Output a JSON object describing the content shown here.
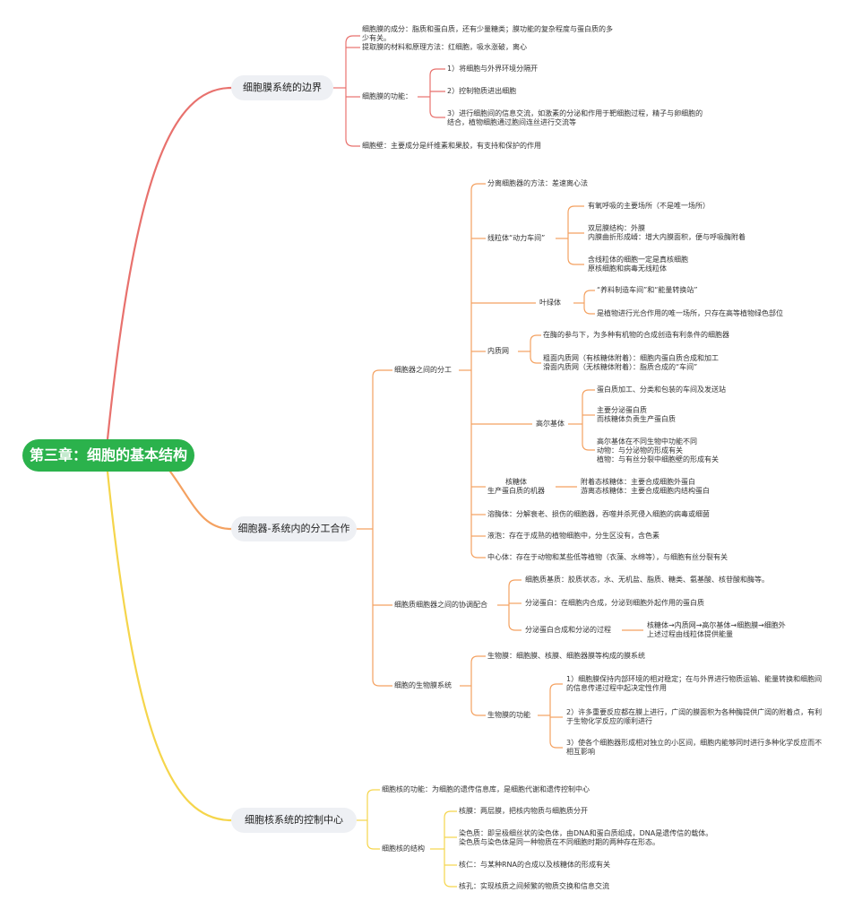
{
  "root": "第三章：细胞的基本结构",
  "colors": {
    "root_bg": "#2bb24c",
    "branch1": "#e8716d",
    "branch2": "#f4a160",
    "branch3": "#f5d54b"
  },
  "b1": {
    "title": "细胞膜系统的边界",
    "composition_l1": "细胞膜的成分：脂质和蛋白质，还有少量糖类；膜功能的复杂程度与蛋白质的多",
    "composition_l2": "少有关。",
    "material": "提取膜的材料和原理方法：红细胞，吸水涨破，离心",
    "function": "细胞膜的功能：",
    "f1": "1）将细胞与外界环境分隔开",
    "f2": "2）控制物质进出细胞",
    "f3_l1": "3）进行细胞间的信息交流，如激素的分泌和作用于靶细胞过程，精子与卵细胞的",
    "f3_l2": "结合，植物细胞通过胞间连丝进行交流等",
    "wall": "细胞壁：主要成分是纤维素和果胶，有支持和保护的作用"
  },
  "b2": {
    "title": "细胞器-系统内的分工合作",
    "division": "细胞器之间的分工",
    "separate": "分离细胞器的方法：差速离心法",
    "mito": "线粒体“动力车间”",
    "mito1": "有氧呼吸的主要场所（不是唯一场所）",
    "mito2_l1": "双层膜结构：外膜",
    "mito2_l2": "内膜曲折形成嵴：增大内膜面积，便与呼吸酶附着",
    "mito3_l1": "含线粒体的细胞一定是真核细胞",
    "mito3_l2": "原核细胞和病毒无线粒体",
    "chloro": "叶绿体",
    "chloro1": "“养料制造车间”和“能量转换站”",
    "chloro2": "是植物进行光合作用的唯一场所，只存在高等植物绿色部位",
    "er": "内质网",
    "er1": "在酶的参与下，为多种有机物的合成创造有利条件的细胞器",
    "er2_l1": "粗面内质网（有核糖体附着）：细胞内蛋白质合成和加工",
    "er2_l2": "滑面内质网（无核糖体附着）：脂质合成的“车间”",
    "golgi": "高尔基体",
    "golgi1": "蛋白质加工、分类和包装的车间及发送站",
    "golgi2_l1": "主要分泌蛋白质",
    "golgi2_l2": "而核糖体负责生产蛋白质",
    "golgi3_l1": "高尔基体在不同生物中功能不同",
    "golgi3_l2": "动物：与分泌物的形成有关",
    "golgi3_l3": "植物：与有丝分裂中细胞壁的形成有关",
    "ribo_l1": "核糖体",
    "ribo_l2": "生产蛋白质的机器",
    "ribo1_l1": "附着态核糖体：主要合成细胞外蛋白",
    "ribo1_l2": "游离态核糖体：主要合成细胞内结构蛋白",
    "lyso": "溶酶体：分解衰老、损伤的细胞器，吞噬并杀死侵入细胞的病毒或细菌",
    "vac": "液泡：存在于成熟的植物细胞中，分生区没有，含色素",
    "centro": "中心体：存在于动物和某些低等植物（衣藻、水绵等），与细胞有丝分裂有关",
    "coop": "细胞质细胞器之间的协调配合",
    "matrix": "细胞质基质：胶质状态，水、无机盐、脂质、糖类、氨基酸、核苷酸和酶等。",
    "secretory": "分泌蛋白：在细胞内合成，分泌到细胞外起作用的蛋白质",
    "process": "分泌蛋白合成和分泌的过程",
    "process1_l1": "核糖体→内质网→高尔基体→细胞膜→细胞外",
    "process1_l2": "上述过程由线粒体提供能量",
    "biomem": "细胞的生物膜系统",
    "biomem_def": "生物膜：细胞膜、核膜、细胞器膜等构成的膜系统",
    "biomem_func": "生物膜的功能",
    "bf1_l1": "1）细胞膜保持内部环境的相对稳定；在与外界进行物质运输、能量转换和细胞间",
    "bf1_l2": "的信息传递过程中起决定性作用",
    "bf2_l1": "2）许多重要反应都在膜上进行，广阔的膜面积为各种酶提供广阔的附着点，有利",
    "bf2_l2": "于生物化学反应的顺利进行",
    "bf3_l1": "3）使各个细胞器形成相对独立的小区间，细胞内能够同时进行多种化学反应而不",
    "bf3_l2": "相互影响"
  },
  "b3": {
    "title": "细胞核系统的控制中心",
    "function": "细胞核的功能：为细胞的遗传信息库，是细胞代谢和遗传控制中心",
    "structure": "细胞核的结构",
    "s1": "核膜：两层膜，把核内物质与细胞质分开",
    "s2_l1": "染色质：即呈极细丝状的染色体，由DNA和蛋白质组成，DNA是遗传信的载体。",
    "s2_l2": "染色质与染色体是同一种物质在不同细胞时期的两种存在形态。",
    "s3": "核仁：与某种RNA的合成以及核糖体的形成有关",
    "s4": "核孔：实现核质之间频繁的物质交换和信息交流"
  }
}
